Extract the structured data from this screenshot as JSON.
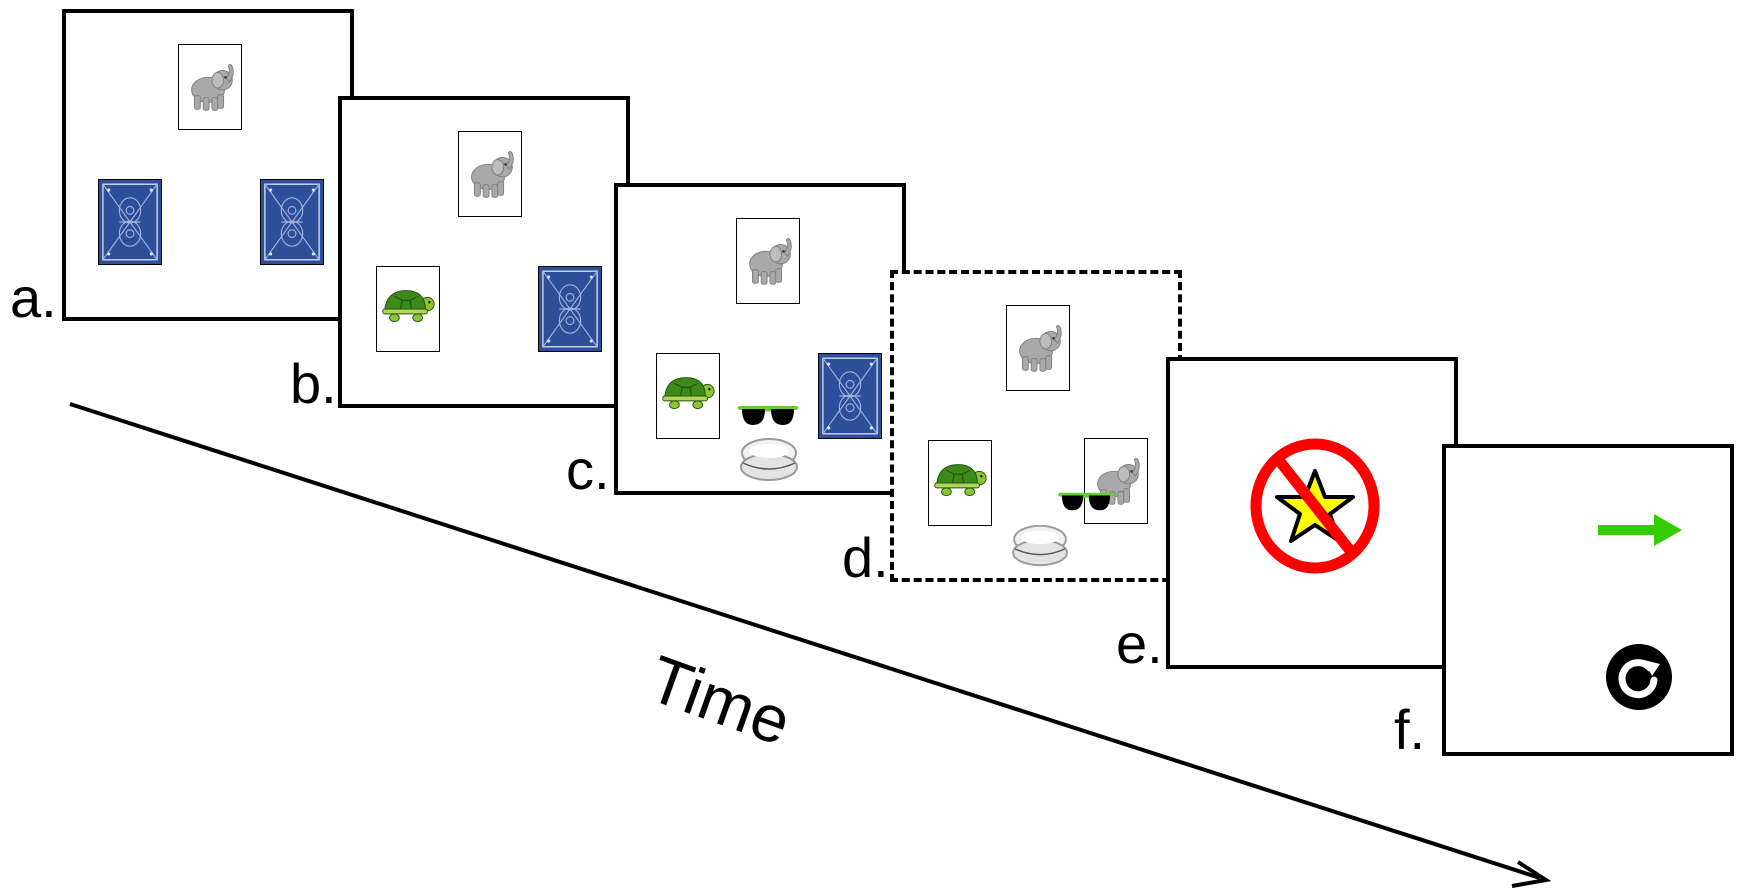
{
  "panels": [
    {
      "label": "a."
    },
    {
      "label": "b."
    },
    {
      "label": "c."
    },
    {
      "label": "d."
    },
    {
      "label": "e."
    },
    {
      "label": "f."
    }
  ],
  "time_axis": {
    "label": "Time"
  },
  "icons": {
    "elephant": "elephant-icon",
    "turtle": "turtle-icon",
    "card_back": "card-back-icon",
    "sunglasses": "sunglasses-icon",
    "dish": "dish-icon",
    "no_star": "no-star-icon",
    "arrow": "right-arrow-icon",
    "replay": "replay-icon"
  },
  "colors": {
    "card_back": "#2d4f9a",
    "prohibition": "#ff0000",
    "star": "#ffff00",
    "arrow": "#33cc00",
    "turtle": "#3d8a1a"
  }
}
